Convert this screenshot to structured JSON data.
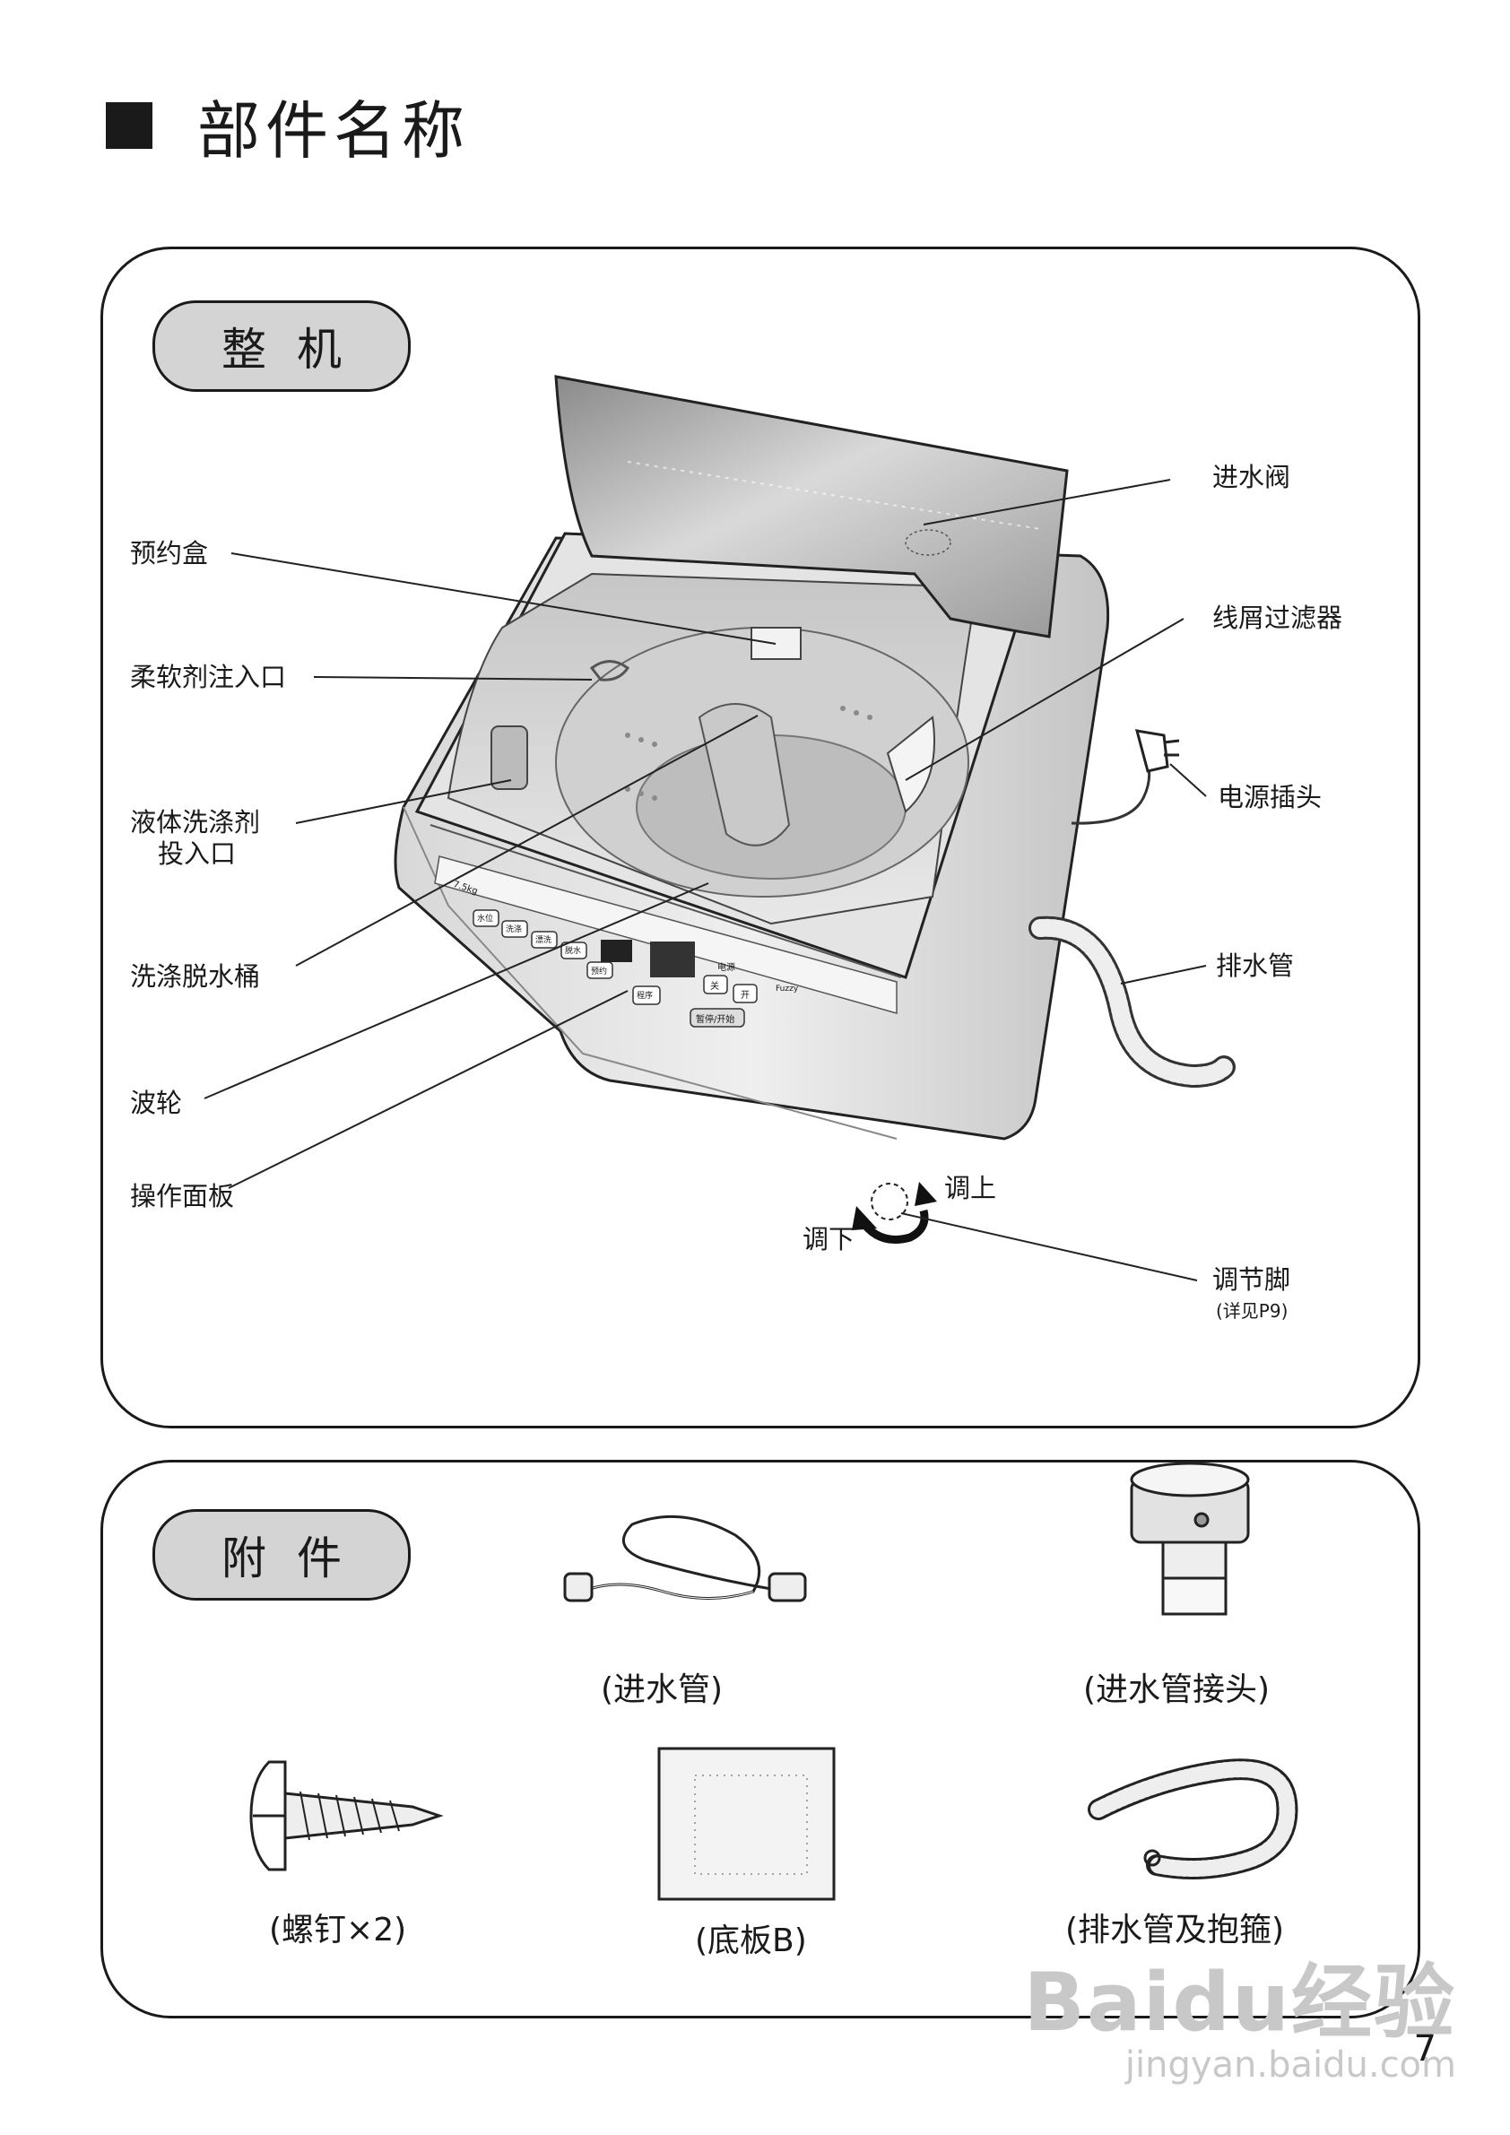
{
  "page": {
    "title": "部件名称",
    "page_number": "7",
    "watermark": "Baidu经验",
    "watermark_url": "jingyan.baidu.com"
  },
  "main_section": {
    "heading": "整机",
    "labels": {
      "inlet_valve": "进水阀",
      "schedule_box": "预约盒",
      "lint_filter": "线屑过滤器",
      "softener_inlet": "柔软剂注入口",
      "power_plug": "电源插头",
      "liquid_detergent_1": "液体洗涤剂",
      "liquid_detergent_2": "投入口",
      "drain_hose": "排水管",
      "wash_tub": "洗涤脱水桶",
      "pulsator": "波轮",
      "control_panel": "操作面板",
      "adjust_up": "调上",
      "adjust_down": "调下",
      "adjust_foot": "调节脚",
      "adjust_foot_note": "(详见P9)"
    },
    "panel_text": {
      "capacity": "7.5kg",
      "power": "电源",
      "off": "关",
      "on": "开",
      "start_pause": "暂停/开始",
      "schedule": "预约",
      "program": "程序",
      "water_level": "水位",
      "wash": "洗涤",
      "rinse": "漂洗",
      "spin": "脱水",
      "fuzzy": "Fuzzy"
    }
  },
  "accessories": {
    "heading": "附件",
    "items": {
      "inlet_hose": "(进水管)",
      "inlet_connector": "(进水管接头)",
      "screw": "(螺钉×2)",
      "base_plate": "(底板B)",
      "drain_hose_clamp": "(排水管及抱箍)"
    }
  }
}
